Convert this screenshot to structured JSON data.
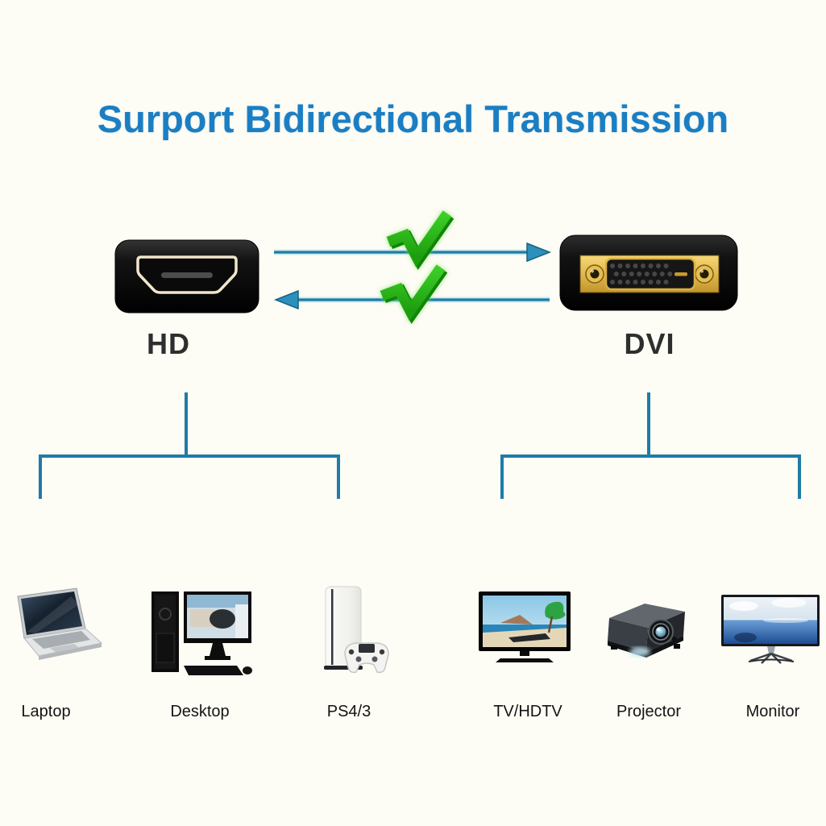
{
  "title": {
    "text": "Surport Bidirectional Transmission"
  },
  "connectors": {
    "hd": {
      "label": "HD",
      "type": "HDMI female port"
    },
    "dvi": {
      "label": "DVI",
      "type": "DVI female port"
    }
  },
  "transmission": {
    "arrow_top_direction": "left-to-right",
    "arrow_bottom_direction": "right-to-left",
    "checkmarks": 2
  },
  "devices": {
    "hd_group": [
      {
        "label": "Laptop",
        "icon": "laptop-icon"
      },
      {
        "label": "Desktop",
        "icon": "desktop-icon"
      },
      {
        "label": "PS4/3",
        "icon": "ps4-icon"
      }
    ],
    "dvi_group": [
      {
        "label": "TV/HDTV",
        "icon": "tv-icon"
      },
      {
        "label": "Projector",
        "icon": "projector-icon"
      },
      {
        "label": "Monitor",
        "icon": "monitor-icon"
      }
    ]
  },
  "icons": {
    "check": "✔",
    "arrow_right": "→",
    "arrow_left": "←"
  },
  "colors": {
    "background": "#fdfcf5",
    "title_blue": "#1b7ec3",
    "arrow_blue": "#1f7ba3",
    "bracket_blue": "#1e7ca8",
    "check_green": "#2db81a",
    "connector_black": "#0a0a0a",
    "dvi_gold": "#d8b045"
  }
}
